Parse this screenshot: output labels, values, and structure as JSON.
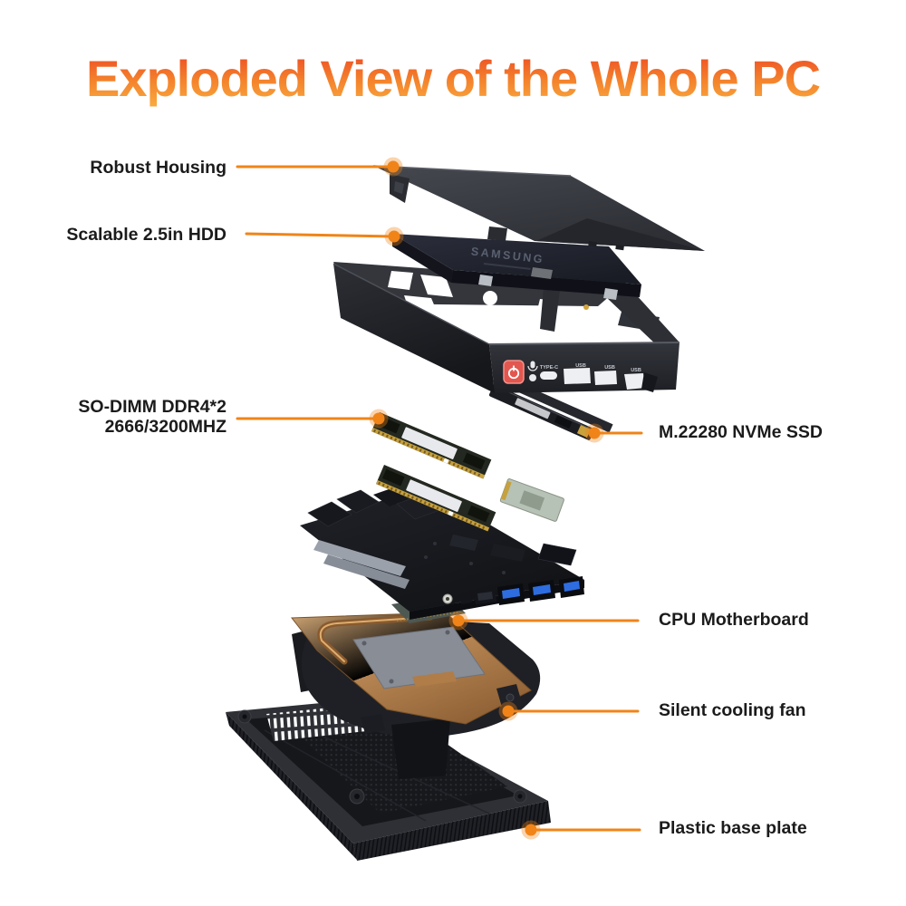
{
  "title": "Exploded View of the Whole PC",
  "callouts": {
    "housing": "Robust Housing",
    "hdd": "Scalable 2.5in HDD",
    "ram_line1": "SO-DIMM DDR4*2",
    "ram_line2": "2666/3200MHZ",
    "ssd": "M.22280 NVMe SSD",
    "motherboard": "CPU Motherboard",
    "fan": "Silent cooling fan",
    "base": "Plastic base plate"
  },
  "device": {
    "hdd_brand": "SAMSUNG",
    "front_panel": {
      "typec_label": "TYPE-C",
      "usb1_label": "USB",
      "usb2_label": "USB",
      "usb3_label": "USB"
    }
  },
  "colors": {
    "accent": "#F08418",
    "title_gradient_top": "#ED4A24",
    "title_gradient_bottom": "#F9A83E",
    "label_text": "#1B1B1B",
    "background": "#FFFFFF",
    "power_button": "#E2574F"
  }
}
